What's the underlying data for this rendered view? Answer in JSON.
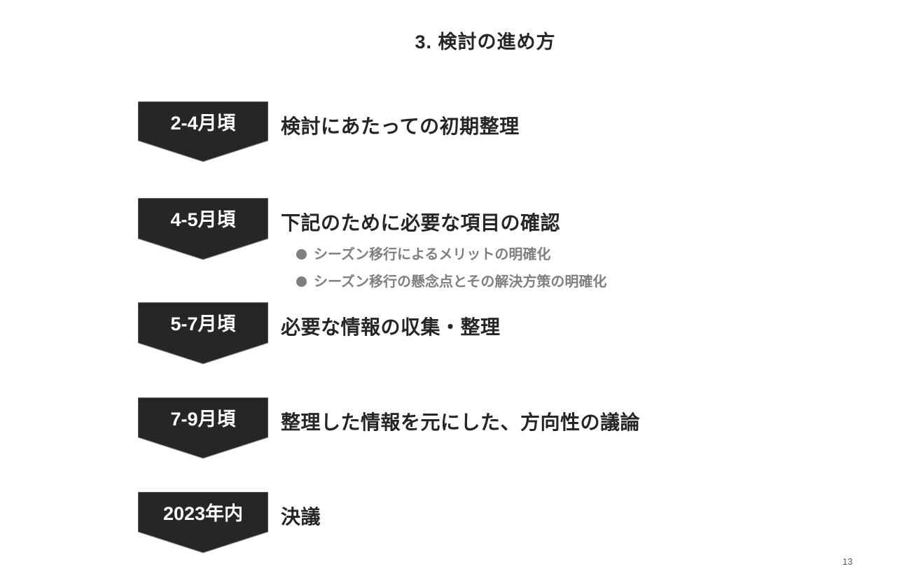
{
  "title": "3.  検討の進め方",
  "steps": [
    {
      "period": "2-4月頃",
      "text": "検討にあたっての初期整理",
      "bullets": []
    },
    {
      "period": "4-5月頃",
      "text": "下記のために必要な項目の確認",
      "bullets": [
        "シーズン移行によるメリットの明確化",
        "シーズン移行の懸念点とその解決方策の明確化"
      ]
    },
    {
      "period": "5-7月頃",
      "text": "必要な情報の収集・整理",
      "bullets": []
    },
    {
      "period": "7-9月頃",
      "text": "整理した情報を元にした、方向性の議論",
      "bullets": []
    },
    {
      "period": "2023年内",
      "text": "決議",
      "bullets": []
    }
  ],
  "page_number": "13",
  "colors": {
    "chevron": "#262626",
    "text": "#262626",
    "bullet": "#7f7f7f"
  }
}
